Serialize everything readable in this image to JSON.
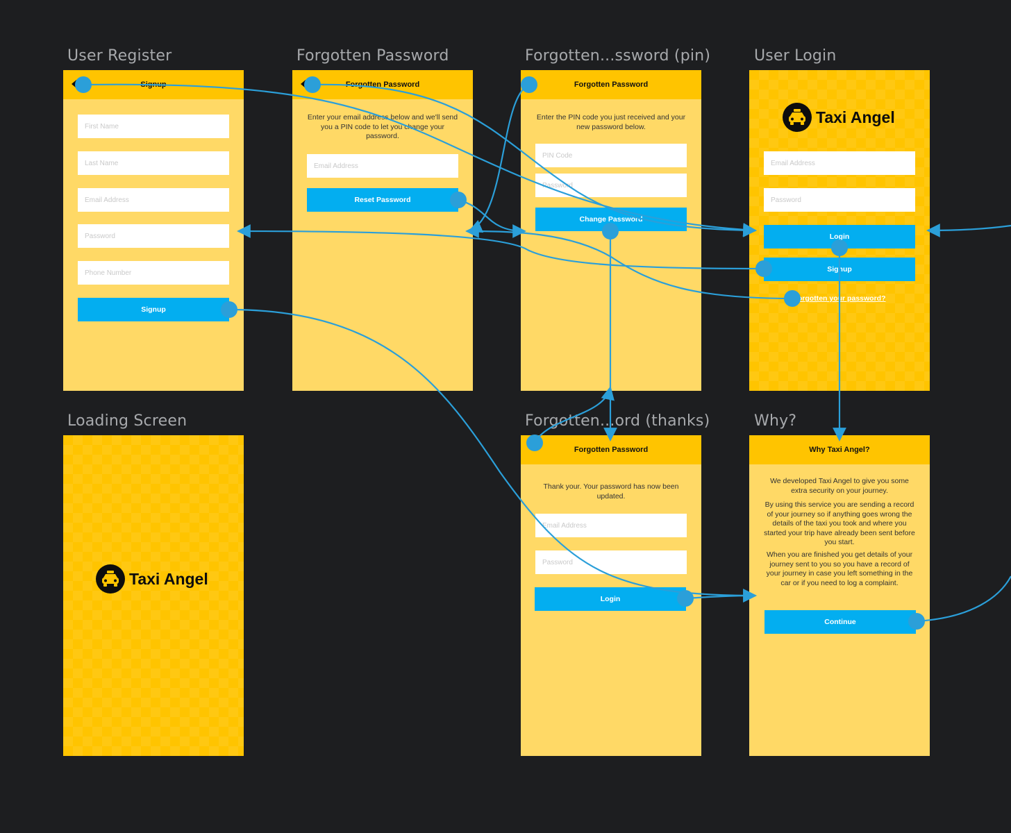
{
  "artboards": {
    "register": {
      "title": "User Register",
      "header": "Signup",
      "fields": [
        "First Name",
        "Last Name",
        "Email Address",
        "Password",
        "Phone Number"
      ],
      "button": "Signup"
    },
    "forgot": {
      "title": "Forgotten Password",
      "header": "Forgotten Password",
      "instructions": "Enter your email address below and we'll send you a PIN code to let you change your password.",
      "fields": [
        "Email Address"
      ],
      "button": "Reset Password"
    },
    "forgot_pin": {
      "title": "Forgotten...ssword (pin)",
      "header": "Forgotten Password",
      "instructions": "Enter the PIN code you just received and your new password below.",
      "fields": [
        "PIN Code",
        "Password"
      ],
      "button": "Change Password"
    },
    "login": {
      "title": "User Login",
      "logo_text": "Taxi Angel",
      "fields": [
        "Email Address",
        "Password"
      ],
      "login_button": "Login",
      "signup_button": "Signup",
      "forgot_link": "Forgotten your password?"
    },
    "loading": {
      "title": "Loading Screen",
      "logo_text": "Taxi Angel"
    },
    "forgot_thanks": {
      "title": "Forgotten...ord (thanks)",
      "header": "Forgotten Password",
      "message": "Thank your. Your password has now been updated.",
      "fields": [
        "Email Address",
        "Password"
      ],
      "button": "Login"
    },
    "why": {
      "title": "Why?",
      "header": "Why Taxi Angel?",
      "paragraphs": [
        "We developed Taxi Angel to give you some extra security on your journey.",
        "By using this service you are sending a record of your journey so if anything goes wrong the details of the taxi you took and where you started your trip have already been sent before you start.",
        "When you are finished you get details of your journey sent to you so you have a record of your journey in case you left something in the car or if you need to log a complaint."
      ],
      "button": "Continue"
    }
  },
  "colors": {
    "canvas": "#1d1e20",
    "screen_bg": "#ffd966",
    "header_bg": "#ffc400",
    "button": "#03aef0",
    "flow_line": "#2b9fd9"
  },
  "icons": {
    "back": "back-arrow-icon",
    "logo": "taxi-icon",
    "hotspot": "hotspot-dot-icon",
    "arrow": "flow-arrowhead-icon"
  }
}
